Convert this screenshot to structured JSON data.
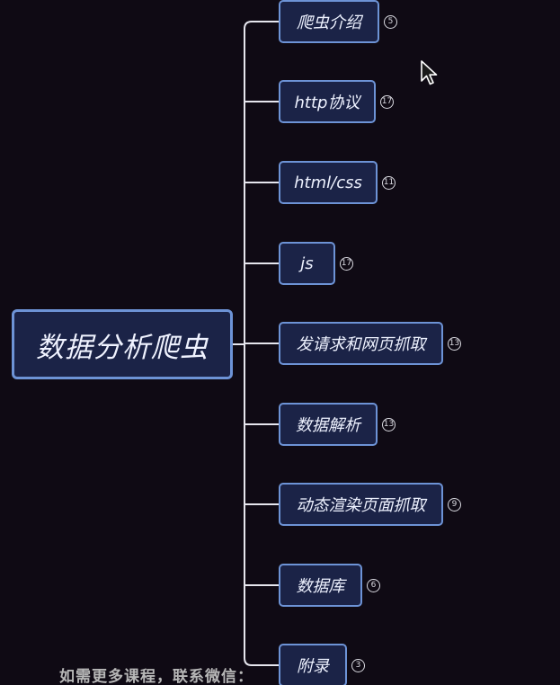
{
  "mindmap": {
    "root": {
      "label": "数据分析爬虫"
    },
    "branches": [
      {
        "label": "爬虫介绍",
        "count": "5"
      },
      {
        "label": "http协议",
        "count": "17"
      },
      {
        "label": "html/css",
        "count": "11"
      },
      {
        "label": "js",
        "count": "17"
      },
      {
        "label": "发请求和网页抓取",
        "count": "13"
      },
      {
        "label": "数据解析",
        "count": "13"
      },
      {
        "label": "动态渲染页面抓取",
        "count": "9"
      },
      {
        "label": "数据库",
        "count": "6"
      },
      {
        "label": "附录",
        "count": "3"
      }
    ]
  },
  "footer": {
    "watermark": "如需更多课程，联系微信："
  },
  "colors": {
    "background": "#0f0a14",
    "node_fill": "#1b2347",
    "node_border": "#6d93d6",
    "connector": "#e6e6ee"
  }
}
